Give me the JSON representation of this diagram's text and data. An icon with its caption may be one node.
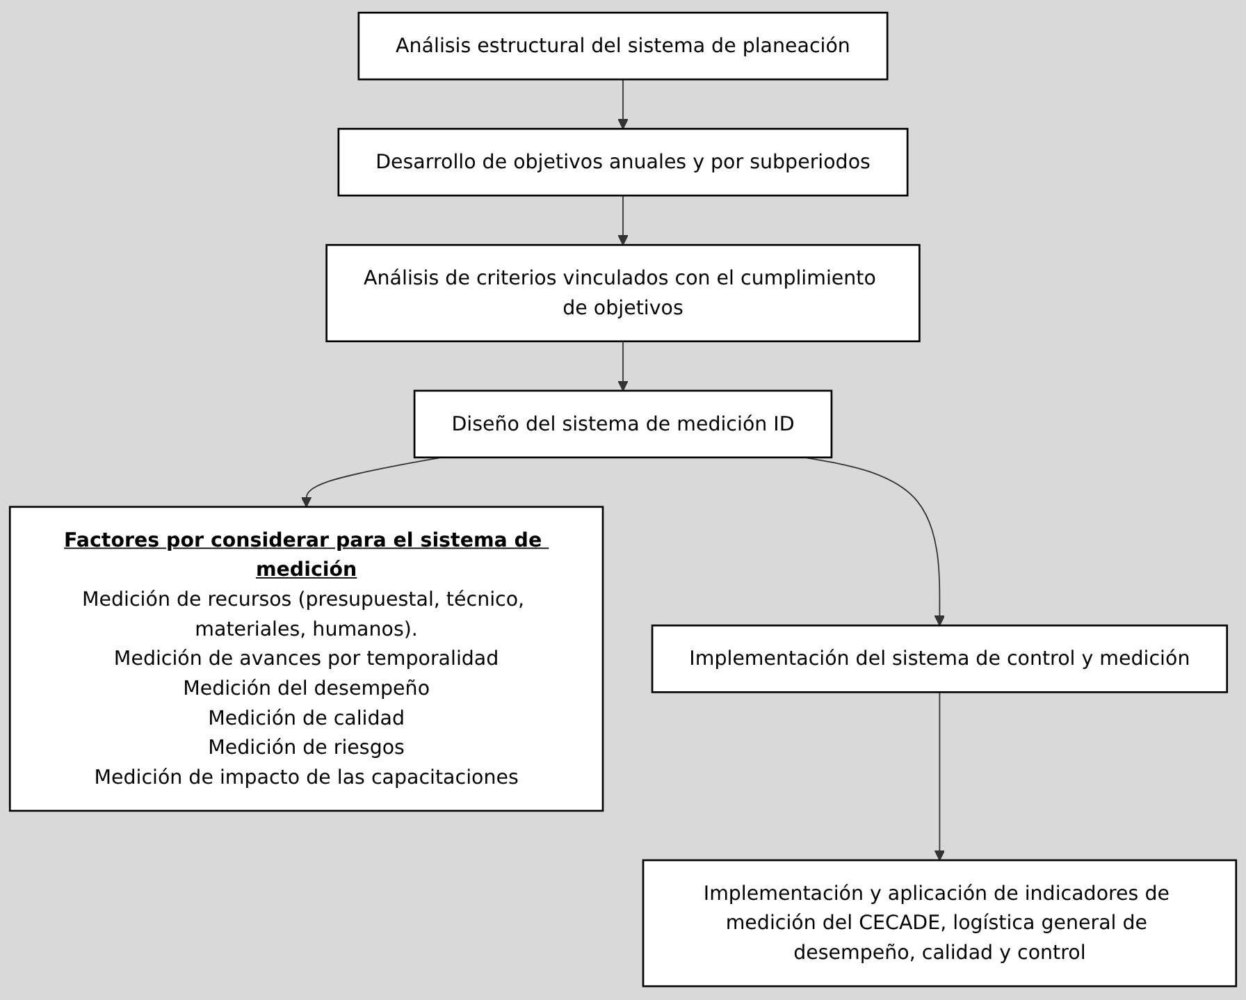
{
  "diagram": {
    "nodes": [
      {
        "text": [
          "Factores por considerar para el sistema de medición",
          "Medición de recursos (presupuestal, técnico, materiales, humanos).",
          "Medición de avances por temporalidad",
          "Medición del desempeño",
          "Medición de calidad",
          "Medición de riesgos",
          "Medición de impacto de las capacitaciones"
        ]
      },
      {
        "text": [
          "Análisis estructural del sistema de planeación"
        ]
      },
      {
        "text": [
          "Desarrollo de objetivos anuales y por subperiodos"
        ]
      },
      {
        "text": [
          "Análisis de criterios vinculados con el cumplimiento de objetivos"
        ]
      },
      {
        "text": [
          "Diseño del sistema de medición ID"
        ]
      },
      {
        "text": [
          "Implementación del sistema de control y medición"
        ]
      },
      {
        "text": [
          "Implementación y aplicación de indicadores de medición del CECADE, logística general de desempeño, calidad y control"
        ]
      }
    ],
    "edges": [
      {
        "from": 1,
        "to": 2,
        "arrow": "to"
      },
      {
        "from": 2,
        "to": 3,
        "arrow": "to"
      },
      {
        "from": 3,
        "to": 4,
        "arrow": "to"
      },
      {
        "from": 4,
        "to": 0,
        "arrow": "to"
      },
      {
        "from": 4,
        "to": 5,
        "arrow": "to"
      },
      {
        "from": 5,
        "to": 6,
        "arrow": "to"
      }
    ]
  }
}
